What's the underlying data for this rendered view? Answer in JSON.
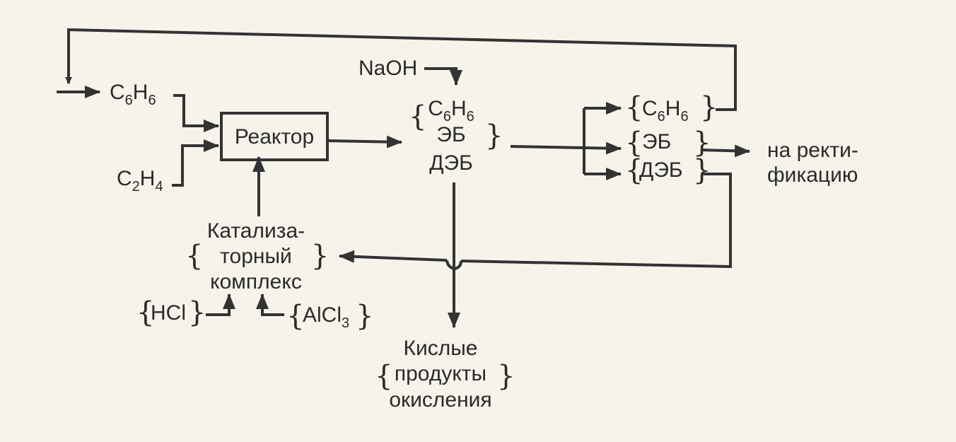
{
  "feeds": {
    "benzene": {
      "base1": "C",
      "sub1": "6",
      "base2": "H",
      "sub2": "6"
    },
    "ethylene": {
      "base1": "C",
      "sub1": "2",
      "base2": "H",
      "sub2": "4"
    },
    "naoh": "NaOH"
  },
  "reactor": "Реактор",
  "mixture": {
    "benzene": {
      "base1": "C",
      "sub1": "6",
      "base2": "H",
      "sub2": "6"
    },
    "eb": "ЭБ",
    "deb": "ДЭБ"
  },
  "separated": {
    "benzene": {
      "base1": "C",
      "sub1": "6",
      "base2": "H",
      "sub2": "6"
    },
    "eb": "ЭБ",
    "deb": "ДЭБ"
  },
  "output": {
    "line1": "на ректи-",
    "line2": "фикацию"
  },
  "catalyst": {
    "line1": "Катализа-",
    "line2": "торный",
    "line3": "комплекс"
  },
  "hcl": "HCl",
  "alcl3": {
    "base": "AlCl",
    "sub": "3"
  },
  "acids": {
    "line1": "Кислые",
    "line2": "продукты",
    "line3": "окисления"
  }
}
